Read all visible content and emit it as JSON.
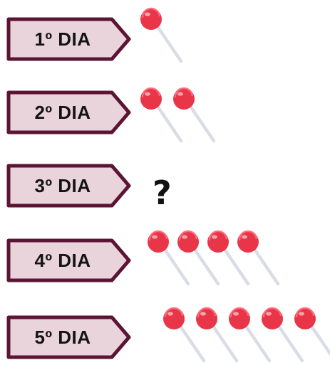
{
  "days": [
    {
      "label": "1º DIA",
      "lollipops": 1
    },
    {
      "label": "2º DIA",
      "lollipops": 2
    },
    {
      "label": "3º DIA",
      "lollipops": null,
      "mystery": "?"
    },
    {
      "label": "4º DIA",
      "lollipops": 4
    },
    {
      "label": "5º DIA",
      "lollipops": 5
    }
  ],
  "colors": {
    "tag_fill": "#ead4dc",
    "tag_border": "#5b1434",
    "candy": "#e83548",
    "candy_highlight": "#ff6b79",
    "stick": "#dadce6"
  }
}
